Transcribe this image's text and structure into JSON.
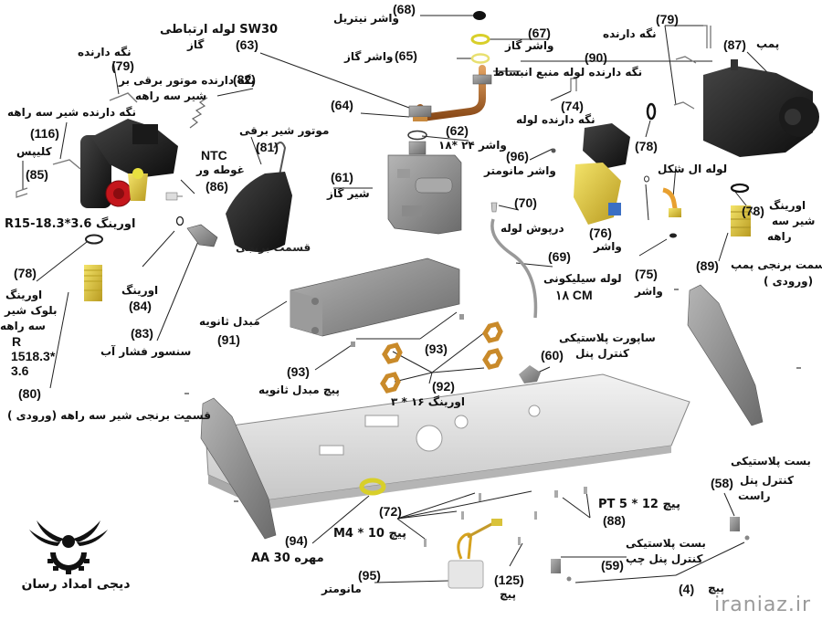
{
  "diagram": {
    "type": "exploded-parts-diagram",
    "subject": "boiler parts (gas valve, pump, 3-way valve, plate heat exchanger)",
    "parts": [
      {
        "id": "68",
        "num": "(68)",
        "label": "واشر نیتریل"
      },
      {
        "id": "63",
        "num": "(63)",
        "label": "SW30 لوله ارتباطی گاز"
      },
      {
        "id": "67",
        "num": "(67)",
        "label": "واشر گاز"
      },
      {
        "id": "65",
        "num": "(65)",
        "label": "واشر گاز"
      },
      {
        "id": "90",
        "num": "(90)",
        "label": "نگه دارنده لوله منبع انبساط"
      },
      {
        "id": "79a",
        "num": "(79)",
        "label": "نگه دارنده"
      },
      {
        "id": "79b",
        "num": "(79)",
        "label": "نگه دارنده"
      },
      {
        "id": "87",
        "num": "(87)",
        "label": "پمپ"
      },
      {
        "id": "82",
        "num": "(82)",
        "label": "نگه دارنده موتور برقی بر شیر سه راهه"
      },
      {
        "id": "64",
        "num": "(64)",
        "label": ""
      },
      {
        "id": "74",
        "num": "(74)",
        "label": "نگه دارنده لوله"
      },
      {
        "id": "116",
        "num": "(116)",
        "label": "نگه دارنده شیر سه راهه"
      },
      {
        "id": "62",
        "num": "(62)",
        "label": "واشر ۲۴ *۱۸"
      },
      {
        "id": "81",
        "num": "(81)",
        "label": "موتور شیر برقی"
      },
      {
        "id": "85",
        "num": "(85)",
        "label": "کلیپس"
      },
      {
        "id": "78a",
        "num": "(78)",
        "label": ""
      },
      {
        "id": "96",
        "num": "(96)",
        "label": "واشر مانومتر"
      },
      {
        "id": "86",
        "num": "(86)",
        "label": "NTC غوطه ور"
      },
      {
        "id": "61",
        "num": "(61)",
        "label": "شیر گاز"
      },
      {
        "id": "lpipe",
        "num": "",
        "label": "لوله ال شکل"
      },
      {
        "id": "r15",
        "num": "",
        "label": "R15-18.3*3.6 اورینگ"
      },
      {
        "id": "70",
        "num": "(70)",
        "label": "درپوش لوله"
      },
      {
        "id": "76",
        "num": "(76)",
        "label": "واشر"
      },
      {
        "id": "78b",
        "num": "(78)",
        "label": "اورینگ شیر سه راهه"
      },
      {
        "id": "78c",
        "num": "(78)",
        "label": "اورینگ بلوک شیر سه راهه R 1518.3* 3.6"
      },
      {
        "id": "84",
        "num": "(84)",
        "label": "اورینگ"
      },
      {
        "id": "69",
        "num": "(69)",
        "label": "لوله سیلیکونی ۱۸ CM"
      },
      {
        "id": "89",
        "num": "(89)",
        "label": "قسمت برنجی پمپ (ورودی )"
      },
      {
        "id": "75",
        "num": "(75)",
        "label": "واشر"
      },
      {
        "id": "91",
        "num": "(91)",
        "label": "مبدل ثانویه"
      },
      {
        "id": "83",
        "num": "(83)",
        "label": "سنسور فشار آب"
      },
      {
        "id": "60",
        "num": "(60)",
        "label": "ساپورت پلاستیکی کنترل پنل"
      },
      {
        "id": "93a",
        "num": "(93)",
        "label": ""
      },
      {
        "id": "93b",
        "num": "(93)",
        "label": "پیچ مبدل ثانویه"
      },
      {
        "id": "92",
        "num": "(92)",
        "label": "اورینگ ۱۶ * ۳"
      },
      {
        "id": "80",
        "num": "(80)",
        "label": "قسمت برنجی شیر سه راهه (ورودی )"
      },
      {
        "id": "58",
        "num": "(58)",
        "label": "بست پلاستیکی کنترل پنل راست"
      },
      {
        "id": "88",
        "num": "(88)",
        "label": "PT 5 * 12 پیچ"
      },
      {
        "id": "72",
        "num": "(72)",
        "label": "M4 * 10 پیچ"
      },
      {
        "id": "94",
        "num": "(94)",
        "label": "AA 30 مهره"
      },
      {
        "id": "59",
        "num": "(59)",
        "label": "بست پلاستیکی کنترل پنل چپ"
      },
      {
        "id": "95",
        "num": "(95)",
        "label": "مانومتر"
      },
      {
        "id": "125",
        "num": "(125)",
        "label": "پیچ"
      },
      {
        "id": "4",
        "num": "(4)",
        "label": "پیچ"
      }
    ]
  },
  "labels": {
    "p68": {
      "num": "(68)",
      "text": "واشر نیتریل"
    },
    "p63": {
      "num": "(63)",
      "line1": "SW30 لوله ارتباطی",
      "line2": "گاز"
    },
    "p67": {
      "num": "(67)",
      "text": "واشر گاز"
    },
    "p65": {
      "num": "(65)",
      "text": "واشر گاز"
    },
    "p90": {
      "num": "(90)",
      "text": "نگه دارنده لوله منبع انبساط"
    },
    "p79r": {
      "num": "(79)",
      "text": "نگه دارنده"
    },
    "p87": {
      "num": "(87)",
      "text": "پمپ"
    },
    "p79l": {
      "num": "(79)",
      "text": "نگه دارنده"
    },
    "p82": {
      "num": "(82)",
      "line1": "نگه دارنده موتور برقی بر",
      "line2": "شیر سه راهه"
    },
    "p64": {
      "num": "(64)"
    },
    "p74": {
      "num": "(74)",
      "text": "نگه دارنده لوله"
    },
    "p116": {
      "num": "(116)",
      "text": "نگه دارنده شیر سه راهه"
    },
    "p62": {
      "num": "(62)",
      "text": "واشر ۲۴ *۱۸"
    },
    "p81": {
      "num": "(81)",
      "text": "موتور شیر برقی"
    },
    "p85": {
      "num": "(85)",
      "text": "کلیپس"
    },
    "p78top": {
      "num": "(78)"
    },
    "p96": {
      "num": "(96)",
      "text": "واشر مانومتر"
    },
    "p86": {
      "num": "(86)",
      "line1": "NTC",
      "line2": "غوطه ور"
    },
    "p61": {
      "num": "(61)",
      "text": "شیر گاز"
    },
    "lpipe": {
      "text": "لوله ال شکل"
    },
    "r15": {
      "text": "R15-18.3*3.6 اورینگ"
    },
    "p70": {
      "num": "(70)",
      "text": "درپوش لوله"
    },
    "p76": {
      "num": "(76)",
      "text": "واشر"
    },
    "p78r": {
      "num": "(78)",
      "line1": "اورینگ",
      "line2": "شیر سه",
      "line3": "راهه"
    },
    "p78l": {
      "num": "(78)",
      "line1": "اورینگ",
      "line2": "بلوک شیر",
      "line3": "سه راهه",
      "line4": "R",
      "line5": "1518.3*",
      "line6": "3.6"
    },
    "p84": {
      "num": "(84)",
      "text": "اورینگ"
    },
    "p69": {
      "num": "(69)",
      "line1": "لوله سیلیکونی",
      "line2": "۱۸ CM"
    },
    "p89": {
      "num": "(89)",
      "line1": "قسمت برنجی پمپ",
      "line2": "(ورودی )"
    },
    "p75": {
      "num": "(75)",
      "text": "واشر"
    },
    "p91": {
      "num": "(91)",
      "text": "مبدل ثانویه"
    },
    "p83": {
      "num": "(83)",
      "text": "سنسور فشار آب"
    },
    "p60": {
      "num": "(60)",
      "line1": "ساپورت پلاستیکی",
      "line2": "کنترل پنل"
    },
    "p93a": {
      "num": "(93)"
    },
    "p93b": {
      "num": "(93)",
      "text": "پیچ  مبدل ثانویه"
    },
    "p92": {
      "num": "(92)",
      "text": "اورینگ ۱۶ * ۳"
    },
    "p80": {
      "num": "(80)",
      "text": "قسمت برنجی شیر سه راهه (ورودی )"
    },
    "p58": {
      "num": "(58)",
      "line1": "بست پلاستیکی",
      "line2": "کنترل پنل",
      "line3": "راست"
    },
    "p88": {
      "num": "(88)",
      "text": "PT 5 * 12 پیچ"
    },
    "p72": {
      "num": "(72)",
      "text": "M4 * 10 پیچ"
    },
    "p94": {
      "num": "(94)",
      "text": "AA 30 مهره"
    },
    "p59": {
      "num": "(59)",
      "line1": "بست پلاستیکی",
      "line2": "کنترل پنل چپ"
    },
    "p95": {
      "num": "(95)",
      "text": "مانومتر"
    },
    "p125": {
      "num": "(125)",
      "text": "پیچ"
    },
    "p4": {
      "num": "(4)",
      "text": "پیچ"
    },
    "overlay_fragment": "قسمت برنجی"
  },
  "branding": {
    "logo_text": "دیجی امداد رسان",
    "watermark": "iraniaz.ir"
  },
  "colors": {
    "brass": "#d9c23a",
    "copper": "#b86a2a",
    "black_part": "#1c1c1c",
    "grey_part": "#8e8e8e",
    "red_cap": "#c4161c",
    "blue_cap": "#3b6fc4",
    "light_grey": "#d9d9d9",
    "leader_line": "#222222"
  }
}
